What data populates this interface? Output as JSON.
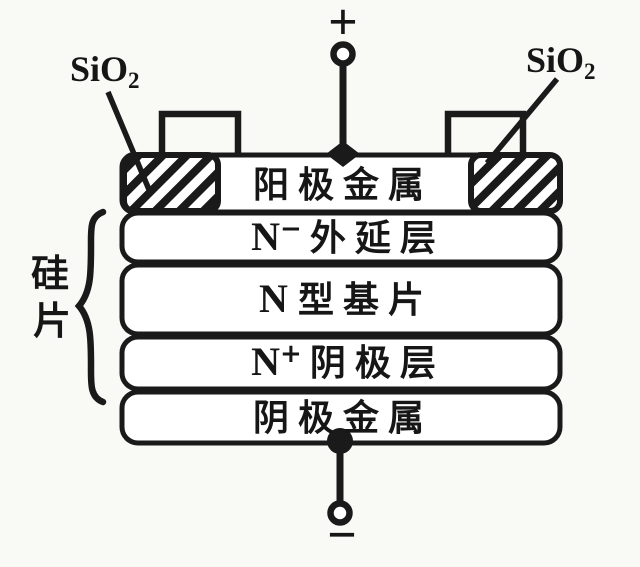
{
  "diagram": {
    "terminal_top": {
      "polarity": "+"
    },
    "terminal_bottom": {
      "polarity": "−"
    },
    "oxide_label_left": {
      "base": "SiO",
      "sub": "2"
    },
    "oxide_label_right": {
      "base": "SiO",
      "sub": "2"
    },
    "wafer_label": {
      "line1": "硅",
      "line2": "片"
    },
    "layers": [
      {
        "id": "anode-metal",
        "label": "阳极金属"
      },
      {
        "id": "n-minus-epitaxial-layer",
        "base": "N",
        "sup": "−",
        "rest": "外延层"
      },
      {
        "id": "n-type-substrate",
        "base": "N",
        "sup": "",
        "rest": "型基片"
      },
      {
        "id": "n-plus-cathode-layer",
        "base": "N",
        "sup": "+",
        "rest": "阴极层"
      },
      {
        "id": "cathode-metal",
        "label": "阴极金属"
      }
    ],
    "colors": {
      "ink": "#1a1a1a",
      "paper": "#f9f9f6",
      "layer_fill": "#ffffff"
    }
  }
}
